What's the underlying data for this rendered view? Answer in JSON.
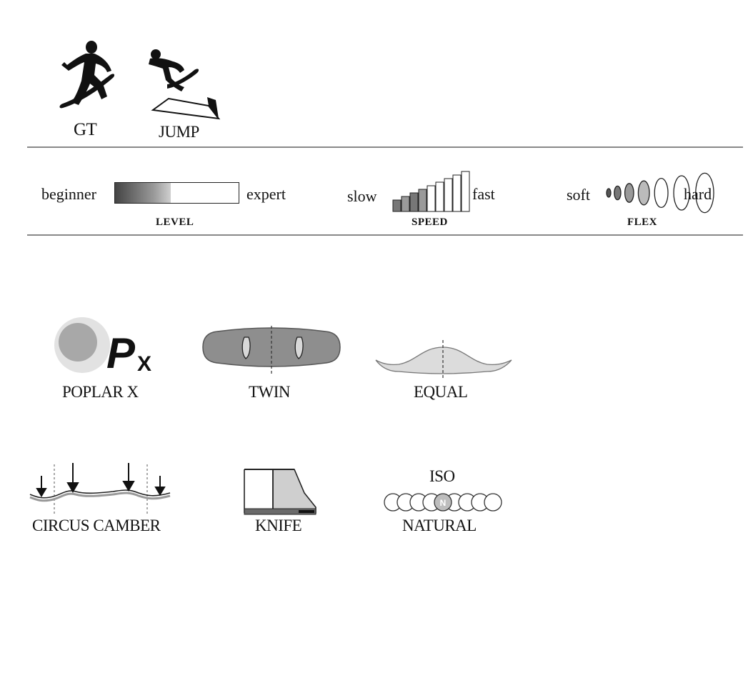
{
  "riding_styles": [
    {
      "label": "GT",
      "icon": "snowboarder-gt-icon"
    },
    {
      "label": "JUMP",
      "icon": "snowboarder-jump-icon"
    }
  ],
  "ratings": {
    "level": {
      "title": "LEVEL",
      "min_label": "beginner",
      "max_label": "expert",
      "value": 0.45
    },
    "speed": {
      "title": "SPEED",
      "min_label": "slow",
      "max_label": "fast",
      "bars_total": 9,
      "bars_filled": 4
    },
    "flex": {
      "title": "FLEX",
      "min_label": "soft",
      "max_label": "hard",
      "rings_total": 7,
      "rings_filled": 4
    }
  },
  "features": {
    "core": {
      "label": "POPLAR X",
      "logo_text": "P",
      "logo_sub": "X",
      "icon": "poplar-core-icon"
    },
    "shape": {
      "label": "TWIN",
      "icon": "twin-board-icon"
    },
    "sidecut": {
      "label": "EQUAL",
      "icon": "equal-sidecut-icon"
    },
    "camber": {
      "label": "CIRCUS CAMBER",
      "icon": "circus-camber-icon"
    },
    "edge": {
      "label": "KNIFE",
      "icon": "knife-edge-icon"
    },
    "base": {
      "top_label": "ISO",
      "label": "NATURAL",
      "icon": "iso-natural-icon"
    }
  },
  "colors": {
    "line": "#888888",
    "dark": "#111111",
    "mid_gray": "#9a9a9a",
    "light_gray": "#d6d6d6"
  }
}
